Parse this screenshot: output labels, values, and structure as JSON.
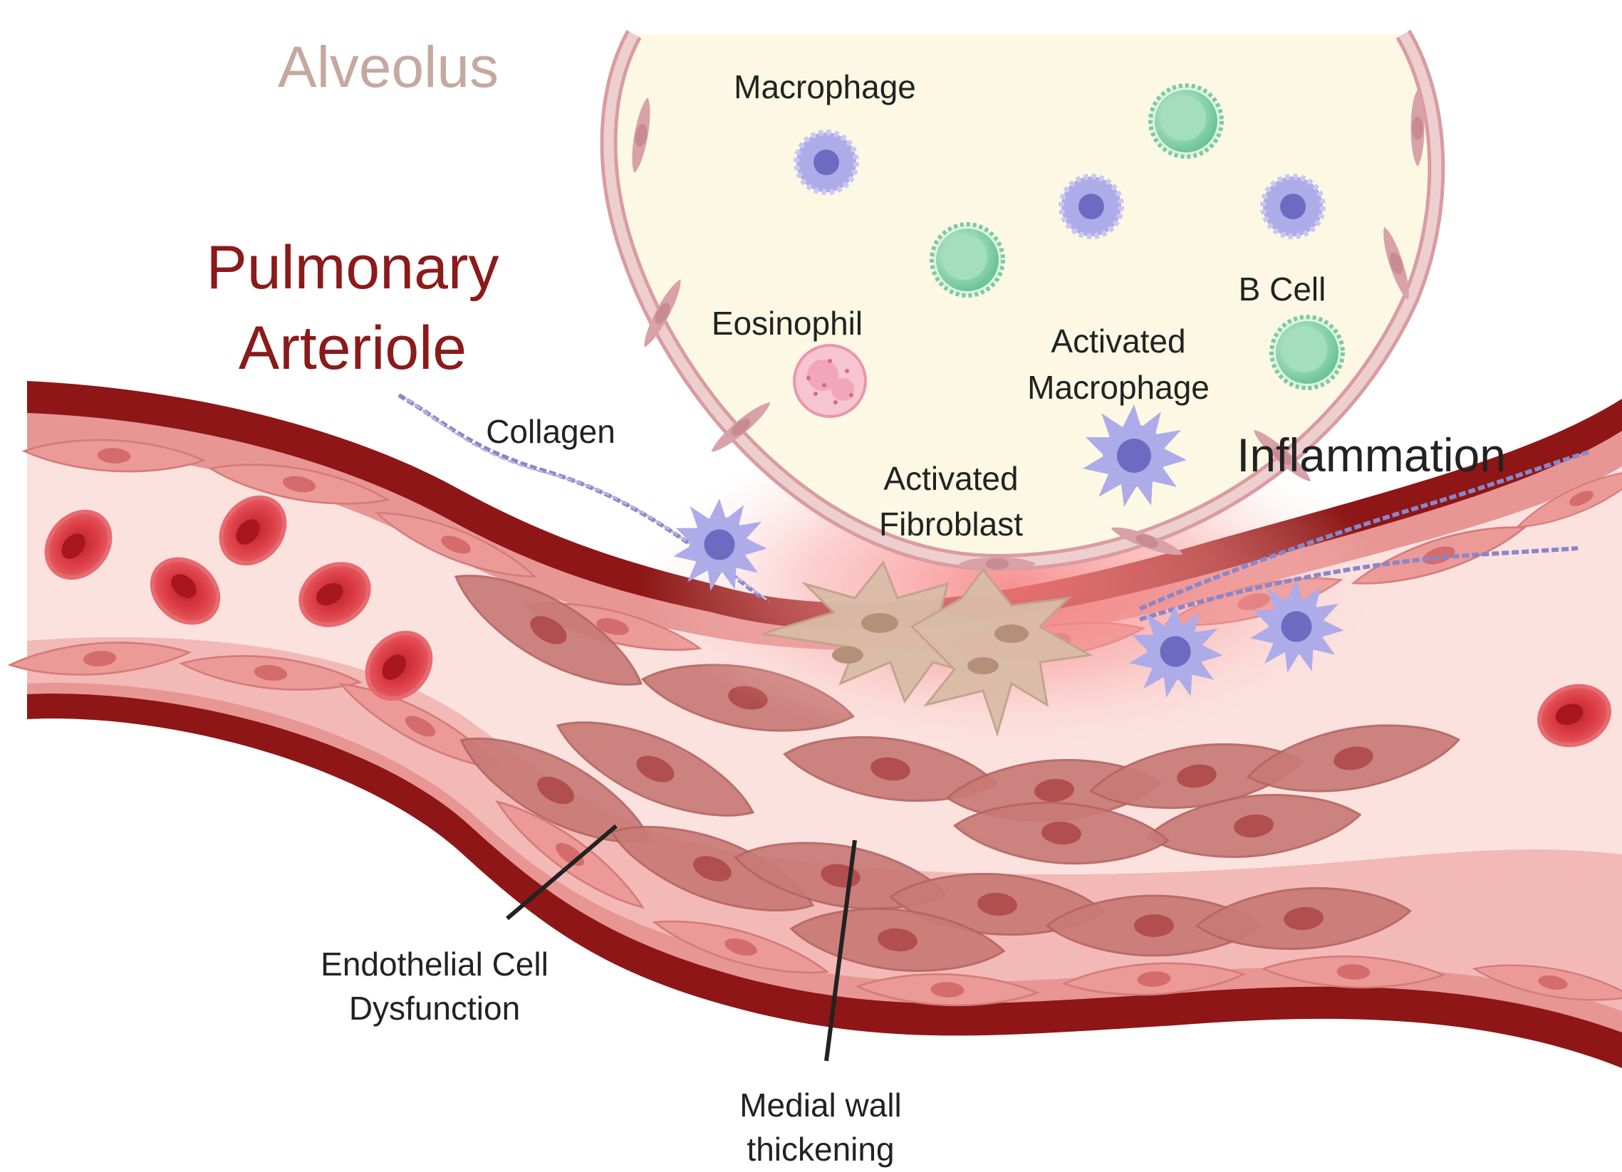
{
  "colors": {
    "alveolus_title": "#c5a89e",
    "arteriole_title": "#8b1a1a",
    "vessel_wall": "#8e1616",
    "vessel_layer": "#e89a9a",
    "lumen": "#fbe2df",
    "alveolus_fill": "#fdf8e4",
    "alveolus_membrane": "#e3b6b8",
    "macrophage": "#a9a8e6",
    "b_cell": "#8fd4ab",
    "eosinophil": "#f6b4c4",
    "fibroblast": "#d9bca8",
    "rbc": "#e0474f",
    "inflammation_glow": "#f77f7f",
    "label_text": "#222222"
  },
  "labels": {
    "alveolus": "Alveolus",
    "pulmonary": "Pulmonary",
    "arteriole": "Arteriole",
    "macrophage": "Macrophage",
    "eosinophil": "Eosinophil",
    "b_cell": "B Cell",
    "activated_macrophage_1": "Activated",
    "activated_macrophage_2": "Macrophage",
    "inflammation": "Inflammation",
    "collagen": "Collagen",
    "activated_fibroblast_1": "Activated",
    "activated_fibroblast_2": "Fibroblast",
    "endothelial_1": "Endothelial Cell",
    "endothelial_2": "Dysfunction",
    "medial_1": "Medial wall",
    "medial_2": "thickening"
  },
  "icons": {
    "macrophage": "macrophage-icon",
    "activated_macrophage": "activated-macrophage-icon",
    "b_cell": "b-cell-icon",
    "eosinophil": "eosinophil-icon",
    "fibroblast": "fibroblast-icon",
    "red_blood_cell": "red-blood-cell-icon",
    "smooth_muscle_cell": "smooth-muscle-cell-icon",
    "collagen": "collagen-fiber-icon"
  }
}
